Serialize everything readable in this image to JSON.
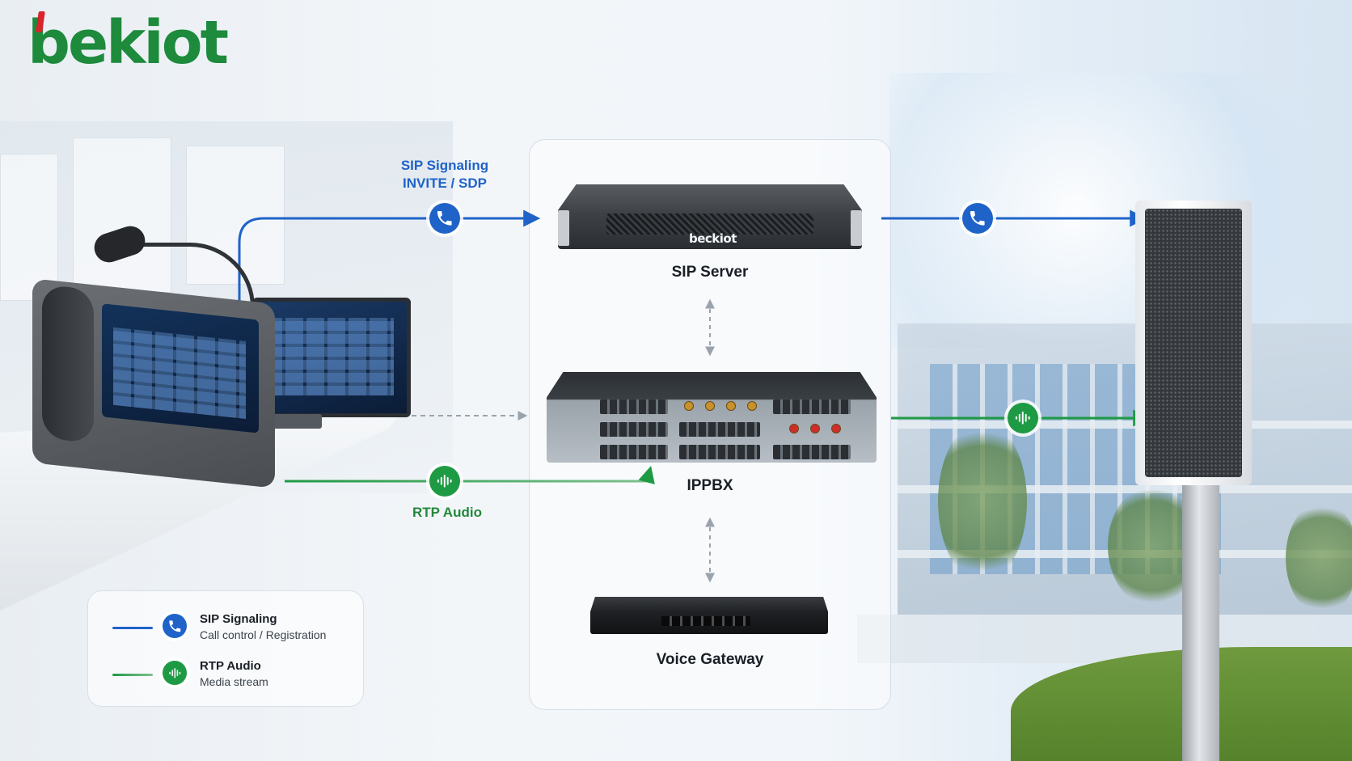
{
  "brand": {
    "logo_text": "bekiot",
    "server_brand": "beckiot"
  },
  "colors": {
    "sip": "#1f63c9",
    "rtp": "#1f9a44",
    "control": "#9aa3ad",
    "logo_green": "#1d8a3c",
    "logo_red": "#d8242a"
  },
  "icons": {
    "sip": "phone-icon",
    "rtp": "audio-wave-icon"
  },
  "diagram": {
    "devices": {
      "sip_server": "SIP Server",
      "ippbx": "IPPBX",
      "voice_gateway": "Voice Gateway"
    },
    "flows": {
      "sip_title": "SIP Signaling",
      "sip_subtitle": "INVITE / SDP",
      "rtp_title": "RTP Audio"
    }
  },
  "legend": {
    "items": [
      {
        "title": "SIP Signaling",
        "subtitle": "Call control / Registration"
      },
      {
        "title": "RTP Audio",
        "subtitle": "Media stream"
      }
    ]
  }
}
